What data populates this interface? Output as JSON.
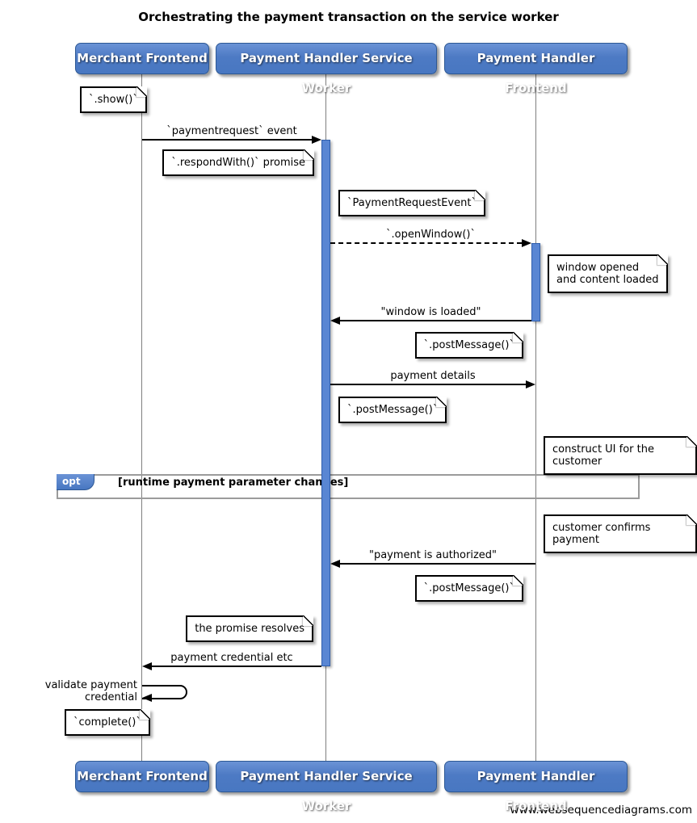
{
  "title": "Orchestrating the payment transaction on the service worker",
  "footer": "www.websequencediagrams.com",
  "actors": [
    {
      "label": "Merchant Frontend"
    },
    {
      "label": "Payment Handler Service Worker"
    },
    {
      "label": "Payment Handler Frontend"
    }
  ],
  "messages": [
    {
      "label": "`paymentrequest` event",
      "from": "Merchant Frontend",
      "to": "Payment Handler Service Worker",
      "line": "solid"
    },
    {
      "label": "`.openWindow()`",
      "from": "Payment Handler Service Worker",
      "to": "Payment Handler Frontend",
      "line": "dashed"
    },
    {
      "label": "\"window is loaded\"",
      "from": "Payment Handler Frontend",
      "to": "Payment Handler Service Worker",
      "line": "solid"
    },
    {
      "label": "payment details",
      "from": "Payment Handler Service Worker",
      "to": "Payment Handler Frontend",
      "line": "solid"
    },
    {
      "label": "\"payment is authorized\"",
      "from": "Payment Handler Frontend",
      "to": "Payment Handler Service Worker",
      "line": "solid"
    },
    {
      "label": "payment credential etc",
      "from": "Payment Handler Service Worker",
      "to": "Merchant Frontend",
      "line": "solid"
    },
    {
      "label": "validate payment credential",
      "from": "Merchant Frontend",
      "to": "Merchant Frontend",
      "line": "self"
    }
  ],
  "notes": [
    {
      "text": "`.show()`"
    },
    {
      "text": "`.respondWith()` promise"
    },
    {
      "text": "`PaymentRequestEvent`"
    },
    {
      "text": "window opened\nand content loaded"
    },
    {
      "text": "`.postMessage()`"
    },
    {
      "text": "`.postMessage()`"
    },
    {
      "text": "construct UI for the customer"
    },
    {
      "text": "customer confirms payment"
    },
    {
      "text": "`.postMessage()`"
    },
    {
      "text": "the promise resolves"
    },
    {
      "text": "`complete()`"
    }
  ],
  "fragment": {
    "operator": "opt",
    "guard": "[runtime payment parameter changes]"
  },
  "colors": {
    "actor_fill": "#4d7ac3",
    "actor_border": "#2d5894",
    "activation_fill": "#5986d3",
    "activation_border": "#2f5fae",
    "lifeline": "#7f7f7f",
    "fragment_border": "#9b9b9b",
    "arrow": "#000000"
  }
}
